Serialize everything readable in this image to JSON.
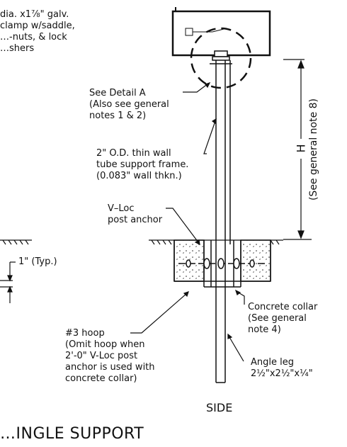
{
  "notes": {
    "clamp_lines": [
      "dia. x1⅞\" galv.",
      "clamp w/saddle,",
      "…-nuts, & lock",
      "…shers"
    ],
    "detail_lines": [
      "See Detail A",
      "(Also see general",
      "notes 1 & 2)"
    ],
    "tube_lines": [
      "2\" O.D. thin wall",
      "tube support frame.",
      "(0.083\" wall thkn.)"
    ],
    "vloc_lines": [
      "V–Loc",
      "post anchor"
    ],
    "typ": "1\" (Typ.)",
    "collar_lines": [
      "Concrete collar",
      "(See general",
      "note 4)"
    ],
    "hoop_lines": [
      "#3 hoop",
      "(Omit hoop when",
      "2'-0\" V-Loc post",
      "anchor is used with",
      "concrete collar)"
    ],
    "angle_lines": [
      "Angle leg",
      "2½\"x2½\"x¼\""
    ]
  },
  "dimension": {
    "letter": "H",
    "note": "(See general note 8)"
  },
  "view_label": "SIDE",
  "title": "…INGLE SUPPORT"
}
